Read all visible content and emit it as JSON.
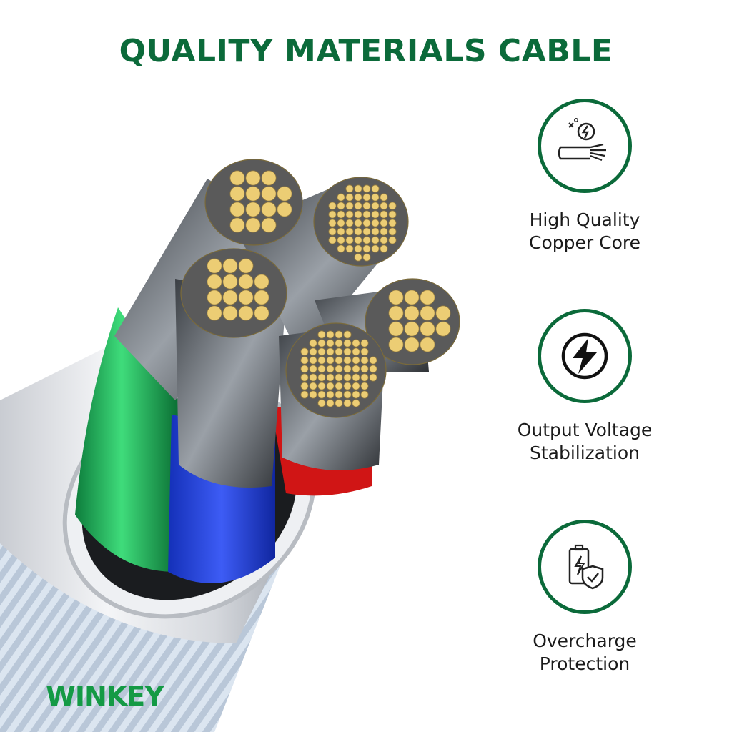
{
  "title": "QUALITY MATERIALS CABLE",
  "brand": "WINKEY",
  "features": [
    {
      "icon": "copper-wire-icon",
      "line1": "High Quality",
      "line2": "Copper Core"
    },
    {
      "icon": "lightning-icon",
      "line1": "Output Voltage",
      "line2": "Stabilization"
    },
    {
      "icon": "battery-shield-icon",
      "line1": "Overcharge",
      "line2": "Protection"
    }
  ],
  "colors": {
    "accent": "#0b6a3a",
    "brand": "#149a45",
    "copper": "#e8c66a"
  }
}
